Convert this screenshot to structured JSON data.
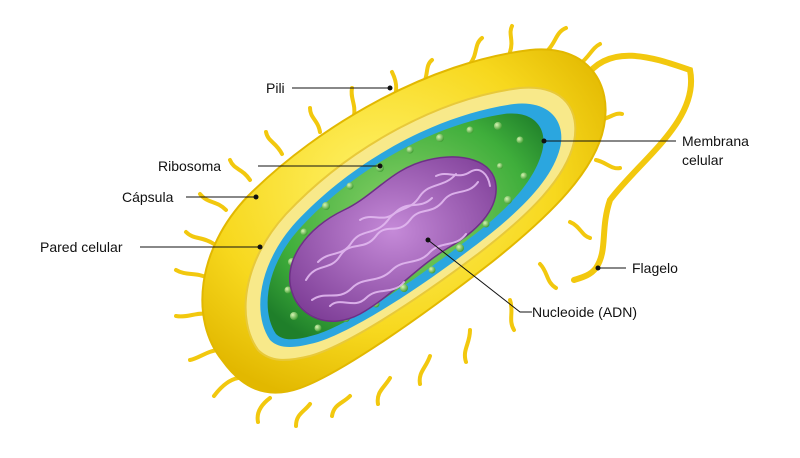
{
  "labels": {
    "pili": "Pili",
    "ribosoma": "Ribosoma",
    "capsula": "Cápsula",
    "pared_celular": "Pared celular",
    "membrana_line1": "Membrana",
    "membrana_line2": "celular",
    "flagelo": "Flagelo",
    "nucleoide": "Nucleoide (ADN)"
  },
  "colors": {
    "capsule": "#F7D81E",
    "capsule_shadow": "#E2B800",
    "wall": "#F8E98A",
    "membrane": "#2BA6DF",
    "cytoplasm": "#3FAE3B",
    "cytoplasm_light": "#8ED36B",
    "nucleoid": "#A35AB8",
    "nucleoid_light": "#D6A5E4",
    "leader": "#111111"
  }
}
